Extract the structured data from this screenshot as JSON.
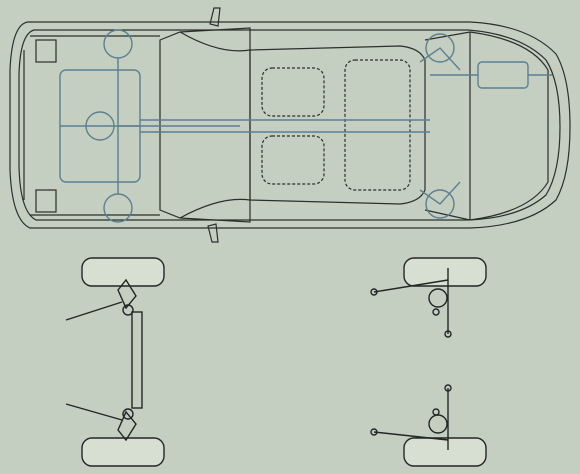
{
  "diagram": {
    "colors": {
      "background": "#c4cfc2",
      "body_outline": "#2a2f2c",
      "chassis_parts": "#5d7f8f",
      "suspension": "#222624",
      "tire_fill": "#d7dfd3"
    },
    "parts": [
      "car-body-outline",
      "windshield-frame",
      "roof-pillars",
      "side-mirror-left",
      "side-mirror-right",
      "seats",
      "rear-hatch-frame",
      "engine-block",
      "front-wheel-hub-left",
      "front-wheel-hub-right",
      "rear-wheel-hub-left",
      "rear-wheel-hub-right",
      "steering-rack",
      "steering-column",
      "exhaust-pipe",
      "muffler",
      "tie-rod-left",
      "tie-rod-right",
      "trailing-arm-left",
      "trailing-arm-right"
    ]
  }
}
